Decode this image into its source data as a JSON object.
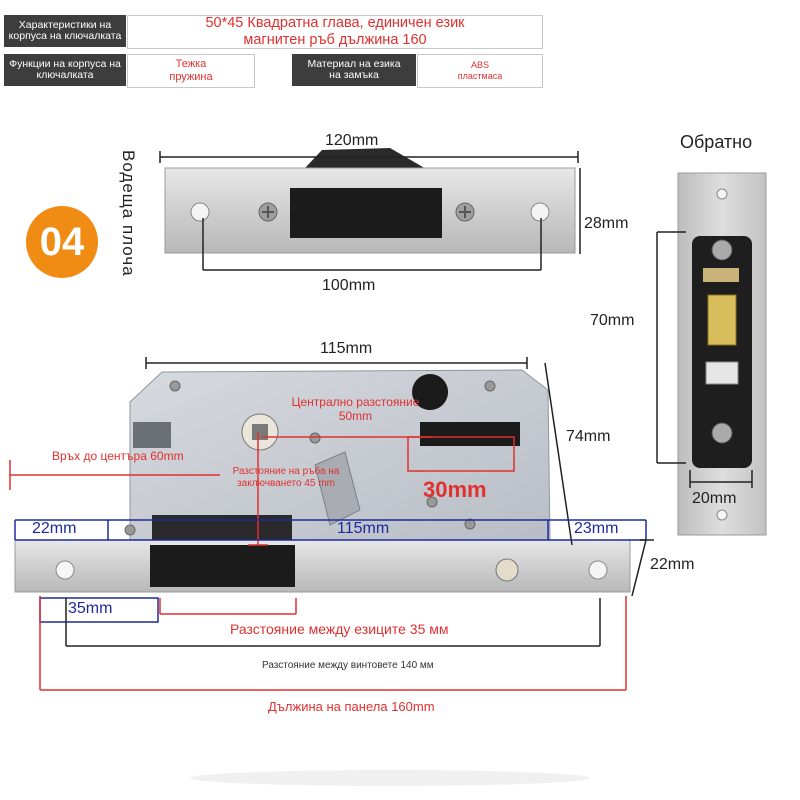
{
  "header": {
    "row1_label": "Характеристики на корпуса на ключалката",
    "row1_value": "50*45 Квадратна глава, единичен език магнитен ръб дължина 160",
    "row2_label": "Функции на корпуса на ключалката",
    "row2_value": "Тежка пружина",
    "row2_label_b": "Материал на езика на замъка",
    "row2_value_b": "ABS пластмаса"
  },
  "badge": "04",
  "guide_plate": {
    "side_label": "Водеща плоча",
    "width_label": "120mm",
    "height_label": "28mm",
    "hole_spacing_label": "100mm"
  },
  "reverse": {
    "title": "Обратно",
    "height_label": "70mm",
    "width_label": "20mm"
  },
  "lock_body": {
    "width_label": "115mm",
    "height_label": "74mm",
    "center_distance_label": "Централно разстояние 50mm",
    "top_to_center_label": "Връх до центъра 60mm",
    "bolt_distance_label": "Разстояние на ръба на заключването 45 mm",
    "key_label": "30mm",
    "left_margin_label": "22mm",
    "center_width_label": "115mm",
    "right_margin_label": "23mm",
    "face_height_label": "22mm",
    "latch_offset_label": "35mm",
    "latch_distance_label": "Разстояние между езиците 35 мм",
    "screw_distance_label": "Разстояние между винтовете 140 мм",
    "panel_length_label": "Дължина на панела 160mm"
  },
  "colors": {
    "accent_red": "#e0302f",
    "accent_blue": "#1d2a9e",
    "badge_orange": "#f08c14",
    "label_dark": "#3d3d3d"
  }
}
